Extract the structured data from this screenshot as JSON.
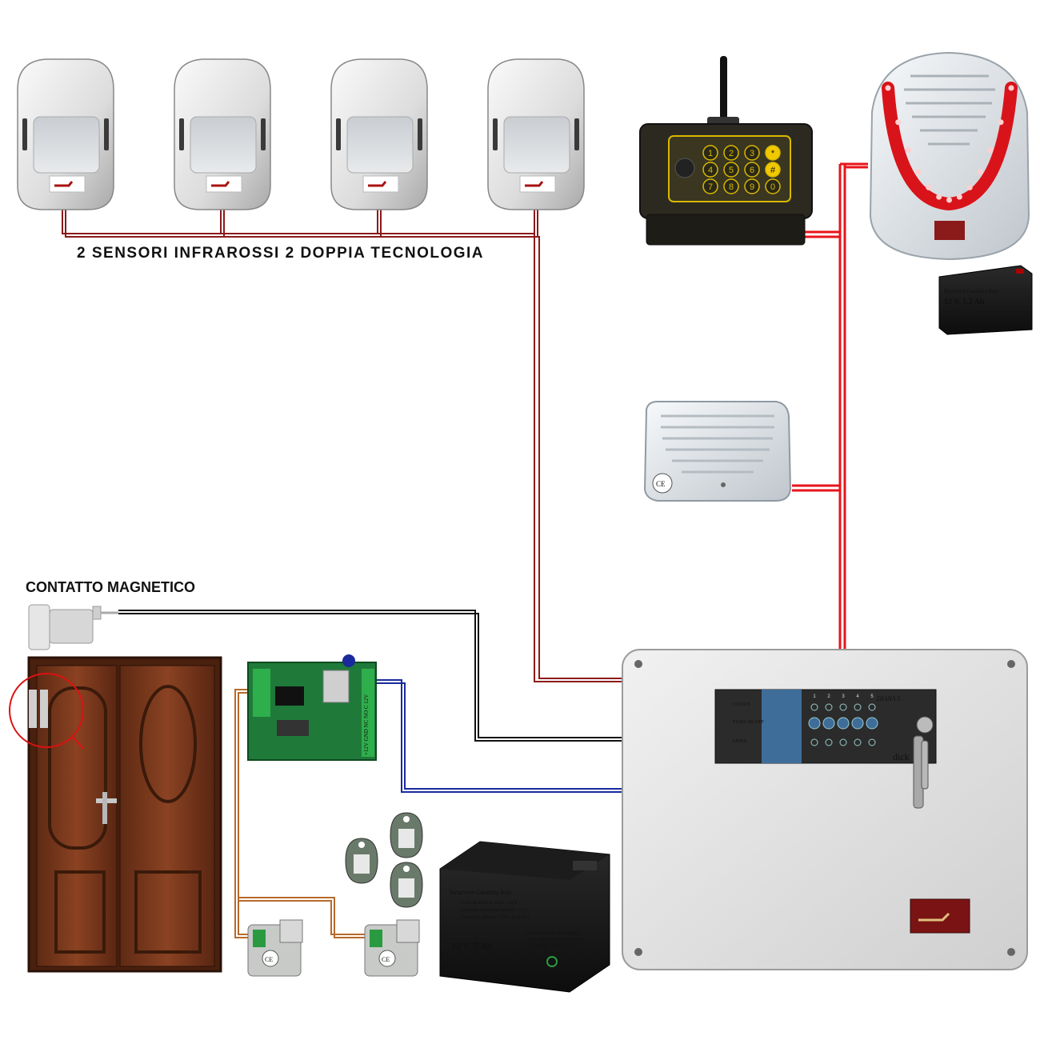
{
  "labels": {
    "sensors_caption": "2 SENSORI INFRAROSSI 2 DOPPIA TECNOLOGIA",
    "magnetic_contact": "CONTATTO MAGNETICO"
  },
  "keypad": {
    "keys": [
      "1",
      "2",
      "3",
      "*",
      "4",
      "5",
      "6",
      "#",
      "7",
      "8",
      "9",
      "0"
    ]
  },
  "siren_battery": {
    "title": "12 V. 1,2 Ah",
    "brand": "Sicurvera  Garanzia Italy"
  },
  "main_battery": {
    "brand": "Sicurvera  Garanzia Italy",
    "voltage": "12 V. 7 Ah",
    "line1": "Cicli di utilizzo 14,5 - 14,9",
    "line2": "Corrente massima iniziale 1,7 A",
    "line3": "Stand-by utilizzo 13,6 - 13,8 Vcc",
    "line4": "BATTERIA RICARICABILE",
    "line5": "NON VERSARE ASSISTENZA",
    "line6": "AL PIOMBO ERMETICO"
  },
  "control_panel": {
    "model": "DIANA 5",
    "brand": "dick",
    "labels": [
      "STATUS",
      "PUSH-ON-OFF",
      "LINES"
    ],
    "zone_numbers": [
      "1",
      "2",
      "3",
      "4",
      "5"
    ]
  },
  "relay_board": {
    "terminals": "+12V GND NC NO C 12V"
  },
  "ce_mark": "CE",
  "colors": {
    "sensor_wire": "#8b1a1a",
    "siren_wire": "#e8141a",
    "contact_wire": "#111111",
    "reader_wire": "#1a2a9c",
    "tag_wire": "#b86a2a"
  }
}
